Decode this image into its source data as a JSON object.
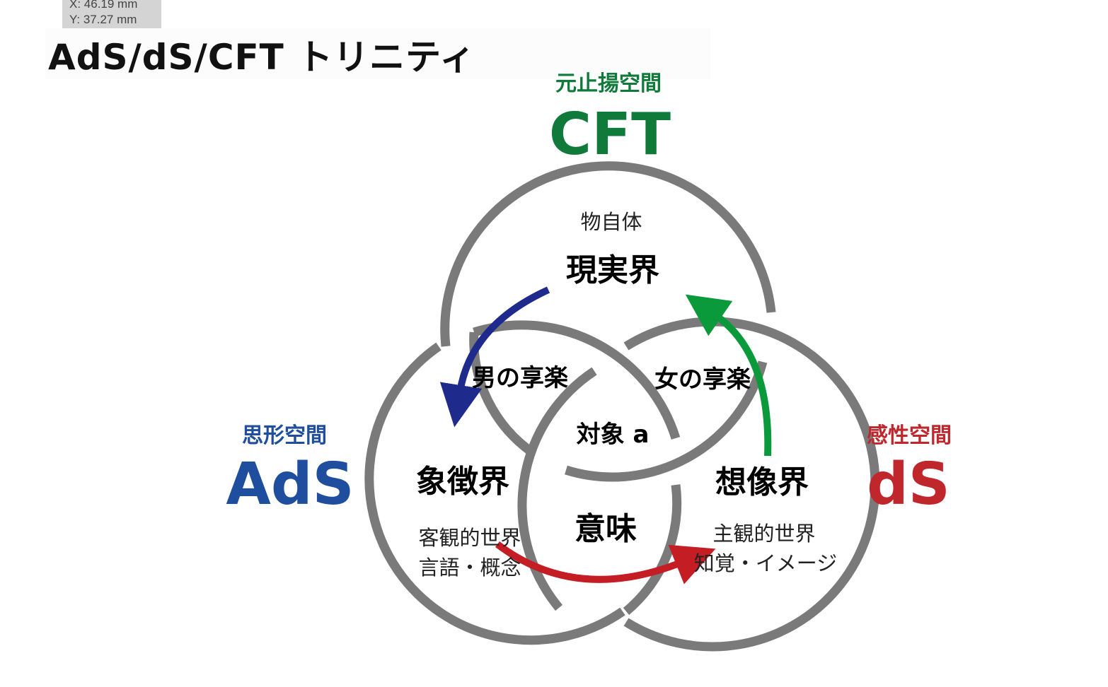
{
  "cursor_readout": {
    "x": "X: 46.19 mm",
    "y": "Y: 37.27 mm"
  },
  "title": "AdS/dS/CFT トリニティ",
  "colors": {
    "cft": "#0f7a3a",
    "ads": "#1f4e9e",
    "ds": "#c0272d",
    "ring": "#7a7a7a",
    "arrow_blue": "#1e2a8c",
    "arrow_green": "#0a9a3c",
    "arrow_red": "#c41d24"
  },
  "spaces": {
    "cft": {
      "subtitle": "元止揚空間",
      "name": "CFT"
    },
    "ads": {
      "subtitle": "思形空間",
      "name": "AdS"
    },
    "ds": {
      "subtitle": "感性空間",
      "name": "dS"
    }
  },
  "regions": {
    "top_note": "物自体",
    "real": "現実界",
    "symbolic": "象徴界",
    "symbolic_note1": "客観的世界",
    "symbolic_note2": "言語・概念",
    "imaginary": "想像界",
    "imaginary_note1": "主観的世界",
    "imaginary_note2": "知覚・イメージ",
    "male_jouissance": "男の享楽",
    "female_jouissance": "女の享楽",
    "object_a": "対象 a",
    "meaning": "意味"
  },
  "arrows": [
    {
      "name": "arrow-real-to-symbolic",
      "color": "blue"
    },
    {
      "name": "arrow-imaginary-to-real",
      "color": "green"
    },
    {
      "name": "arrow-symbolic-to-imaginary",
      "color": "red"
    }
  ]
}
